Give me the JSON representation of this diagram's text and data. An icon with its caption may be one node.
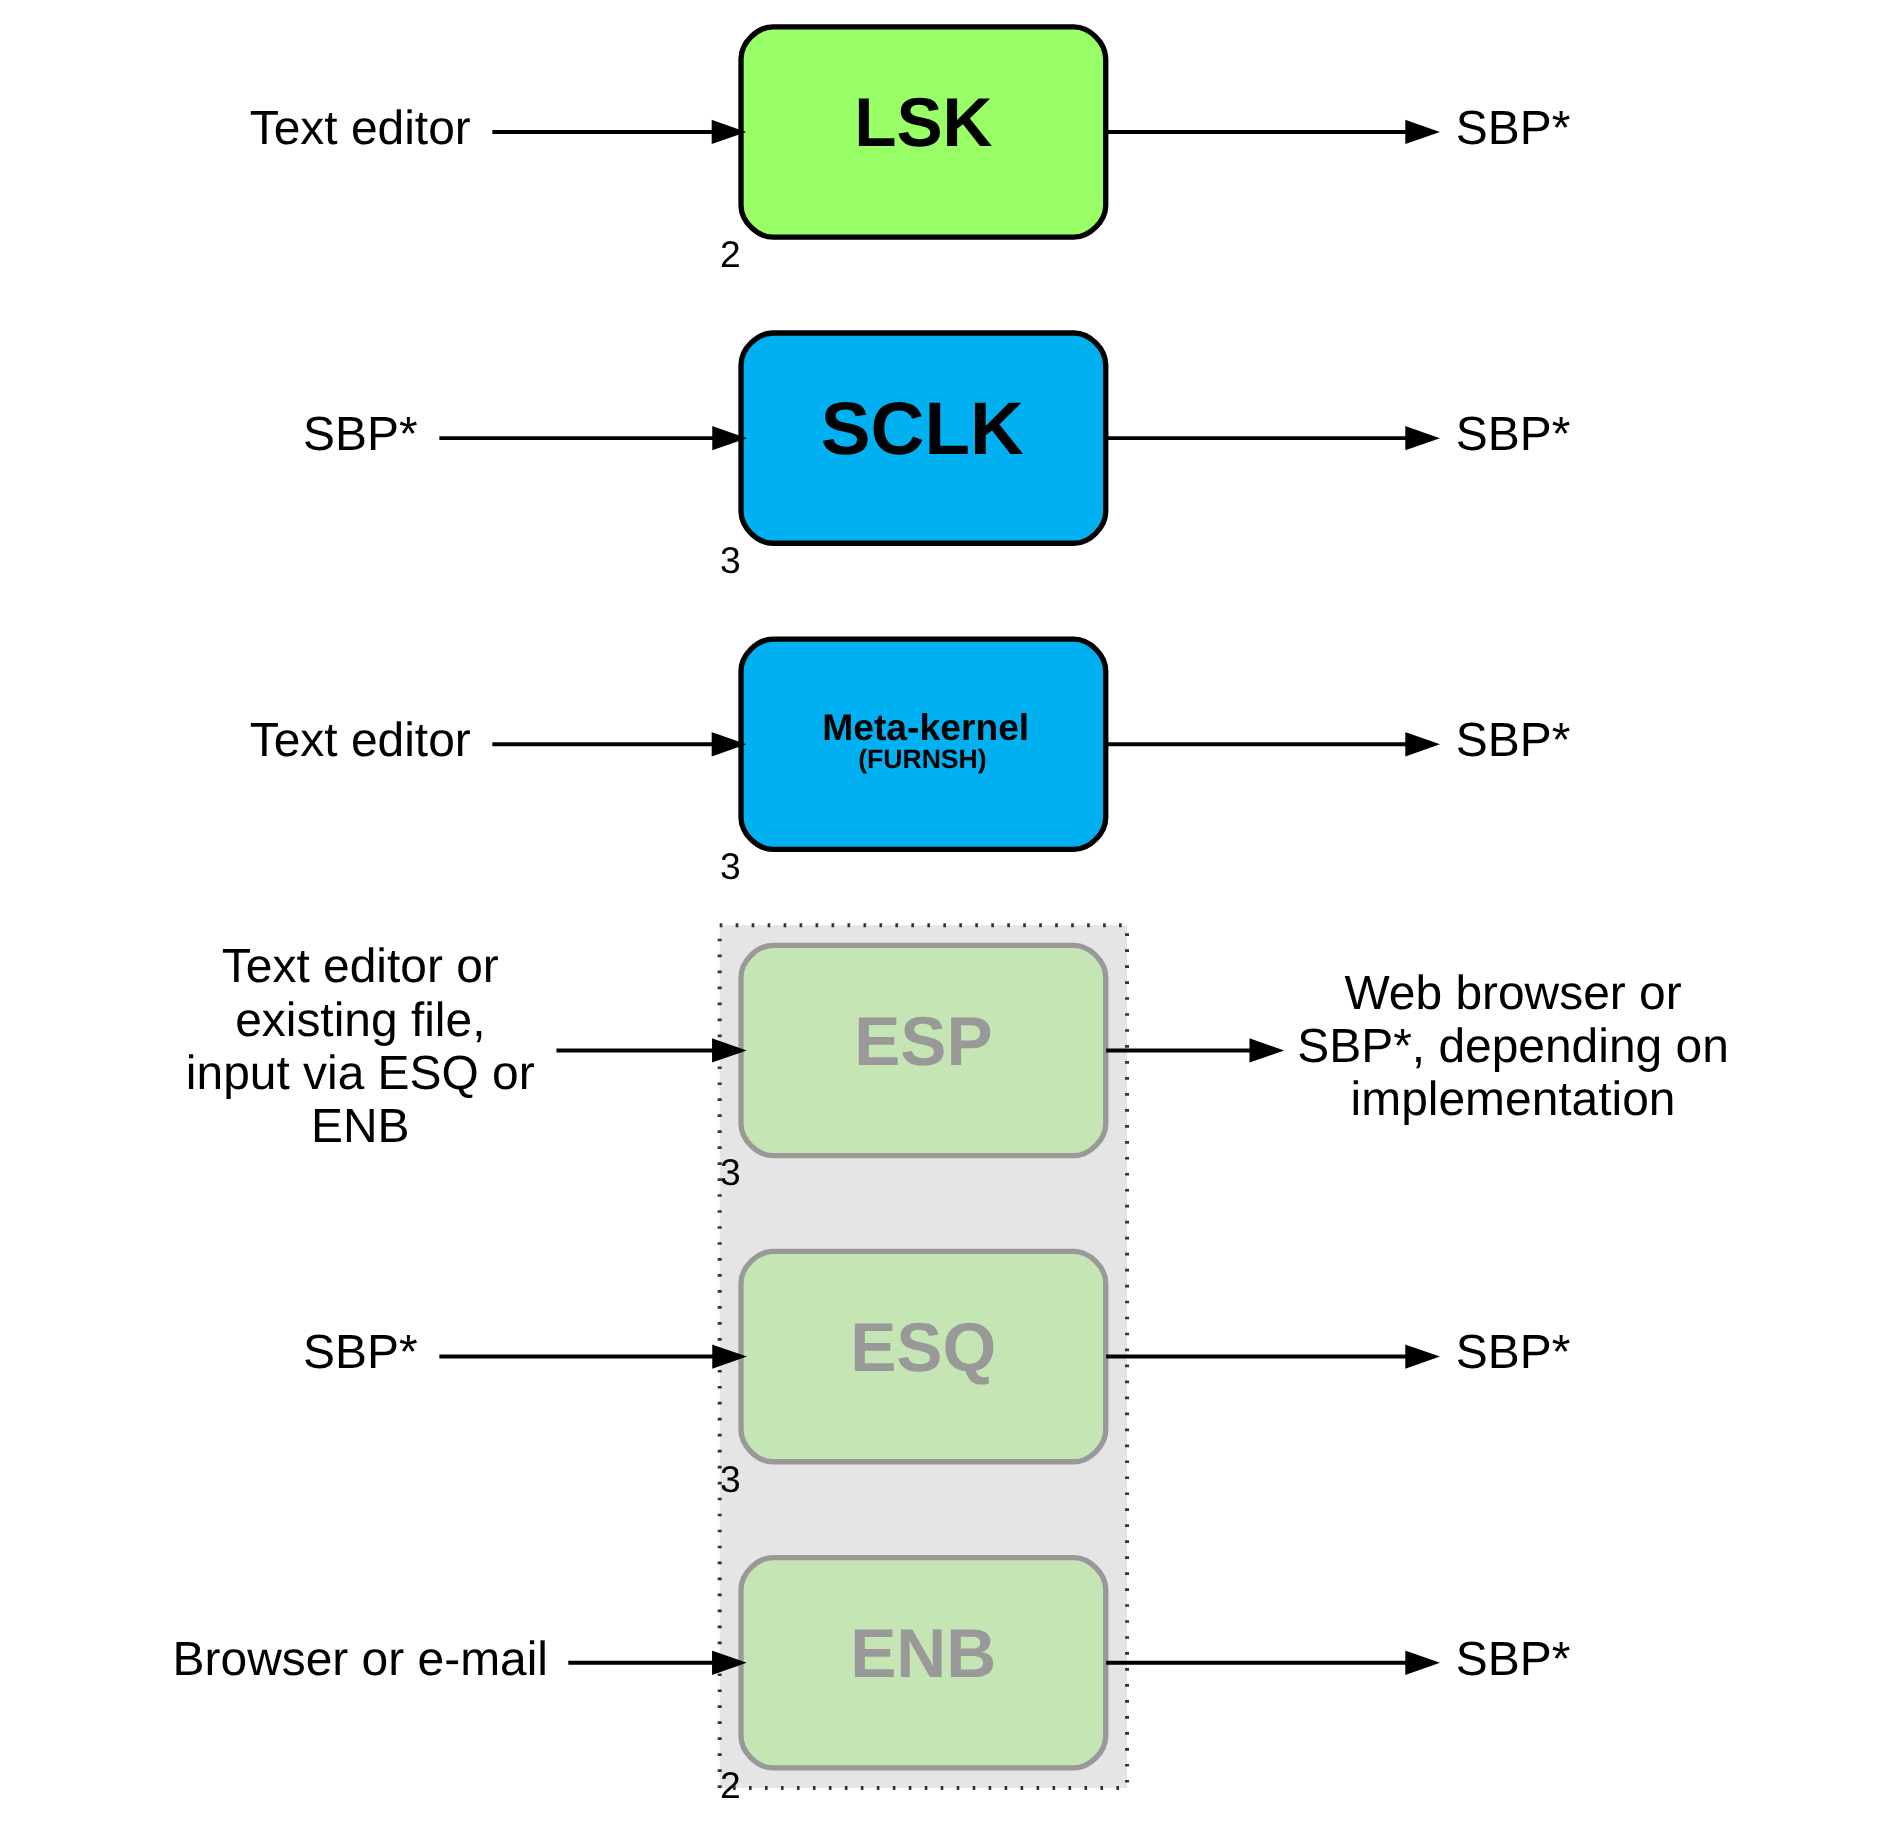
{
  "diagram": {
    "nodes": [
      {
        "text": [],
        "shape": "box"
      },
      {
        "text": [
          "Text editor or existing file, input via ESQ or ENB"
        ]
      },
      {
        "text": [
          "ESP"
        ],
        "in": 0,
        "beside": [
          "3"
        ]
      },
      {
        "text": [
          "Web browser or SBP*, depending on implementation"
        ]
      },
      {
        "text": [
          "SBP*"
        ]
      },
      {
        "text": [
          "ESQ"
        ],
        "in": 0,
        "beside": [
          "3"
        ]
      },
      {
        "text": [
          "SBP*"
        ]
      },
      {
        "text": [
          "Browser or e-mail"
        ]
      },
      {
        "text": [
          "ENB"
        ],
        "in": 0,
        "beside": [
          "2"
        ]
      },
      {
        "text": [
          "SBP*"
        ]
      },
      {
        "text": [
          "Text editor"
        ]
      },
      {
        "text": [
          "LSK"
        ],
        "beside": [
          "2"
        ]
      },
      {
        "text": [
          "SBP*"
        ]
      },
      {
        "text": [
          "SBP*"
        ]
      },
      {
        "text": [
          "SCLK"
        ],
        "beside": [
          "3"
        ]
      },
      {
        "text": [
          "SBP*"
        ]
      },
      {
        "text": [
          "Text editor"
        ]
      },
      {
        "text": [
          "Meta-kernel",
          "(FURNSH)"
        ],
        "beside": [
          "3"
        ]
      },
      {
        "text": [
          "SBP*"
        ]
      }
    ],
    "edges": [
      {
        "from": 1,
        "to": 2,
        "arrow": "to"
      },
      {
        "from": 2,
        "to": 3,
        "arrow": "to"
      },
      {
        "from": 4,
        "to": 5,
        "arrow": "to"
      },
      {
        "from": 5,
        "to": 6,
        "arrow": "to"
      },
      {
        "from": 7,
        "to": 8,
        "arrow": "to"
      },
      {
        "from": 8,
        "to": 9,
        "arrow": "to"
      },
      {
        "from": 10,
        "to": 11,
        "arrow": "to"
      },
      {
        "from": 11,
        "to": 12,
        "arrow": "to"
      },
      {
        "from": 13,
        "to": 14,
        "arrow": "to"
      },
      {
        "from": 14,
        "to": 15,
        "arrow": "to"
      },
      {
        "from": 16,
        "to": 17,
        "arrow": "to"
      },
      {
        "from": 17,
        "to": 18,
        "arrow": "to"
      }
    ]
  }
}
